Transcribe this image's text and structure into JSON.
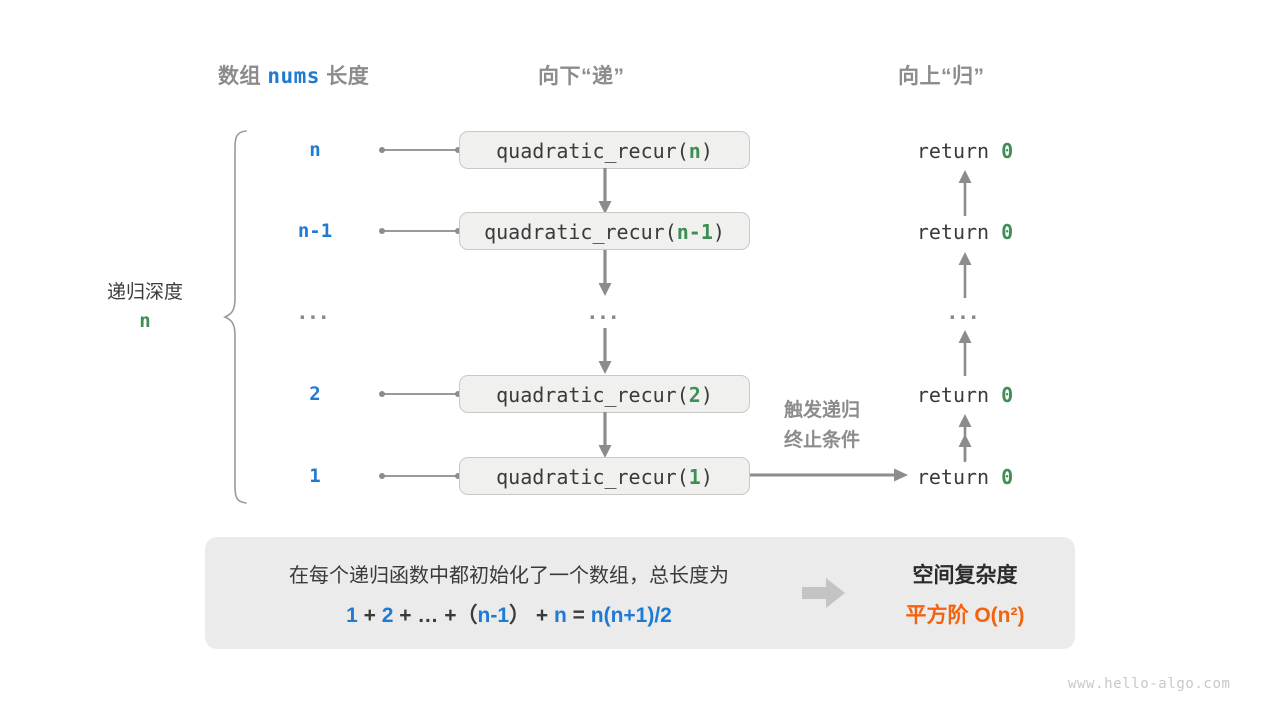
{
  "headers": {
    "left_prefix": "数组 ",
    "left_mono": "nums",
    "left_suffix": " 长度",
    "middle": "向下“递”",
    "right": "向上“归”"
  },
  "depth": {
    "label": "递归深度",
    "value": "n"
  },
  "rows": [
    {
      "size": "n",
      "fn_name": "quadratic_recur",
      "fn_arg": "n",
      "ret": "return ",
      "ret_value": "0"
    },
    {
      "size": "n-1",
      "fn_name": "quadratic_recur",
      "fn_arg": "n-1",
      "ret": "return ",
      "ret_value": "0"
    },
    {
      "size": "...",
      "fn_name": "...",
      "fn_arg": "",
      "ret": "...",
      "ret_value": ""
    },
    {
      "size": "2",
      "fn_name": "quadratic_recur",
      "fn_arg": "2",
      "ret": "return ",
      "ret_value": "0"
    },
    {
      "size": "1",
      "fn_name": "quadratic_recur",
      "fn_arg": "1",
      "ret": "return ",
      "ret_value": "0"
    }
  ],
  "side_note": {
    "line1": "触发递归",
    "line2": "终止条件"
  },
  "summary": {
    "text": "在每个递归函数中都初始化了一个数组，总长度为",
    "formula": {
      "t1": "1",
      "op1": "+",
      "t2": "2",
      "op2": "+",
      "ellipsis": "…",
      "op3": "+",
      "lparen": "（",
      "t3": "n-1",
      "rparen": "）",
      "op4": "+",
      "t4": "n",
      "eq": "=",
      "result": "n(n+1)/2"
    },
    "title": "空间复杂度",
    "complexity": "平方阶 O(n²)"
  },
  "watermark": "www.hello-algo.com",
  "colors": {
    "blue": "#1f7ad4",
    "green": "#3e8e55",
    "orange": "#f2620f",
    "gray": "#8c8c8c",
    "box_fill": "#f0f0ef",
    "panel_fill": "#ebebeb"
  }
}
